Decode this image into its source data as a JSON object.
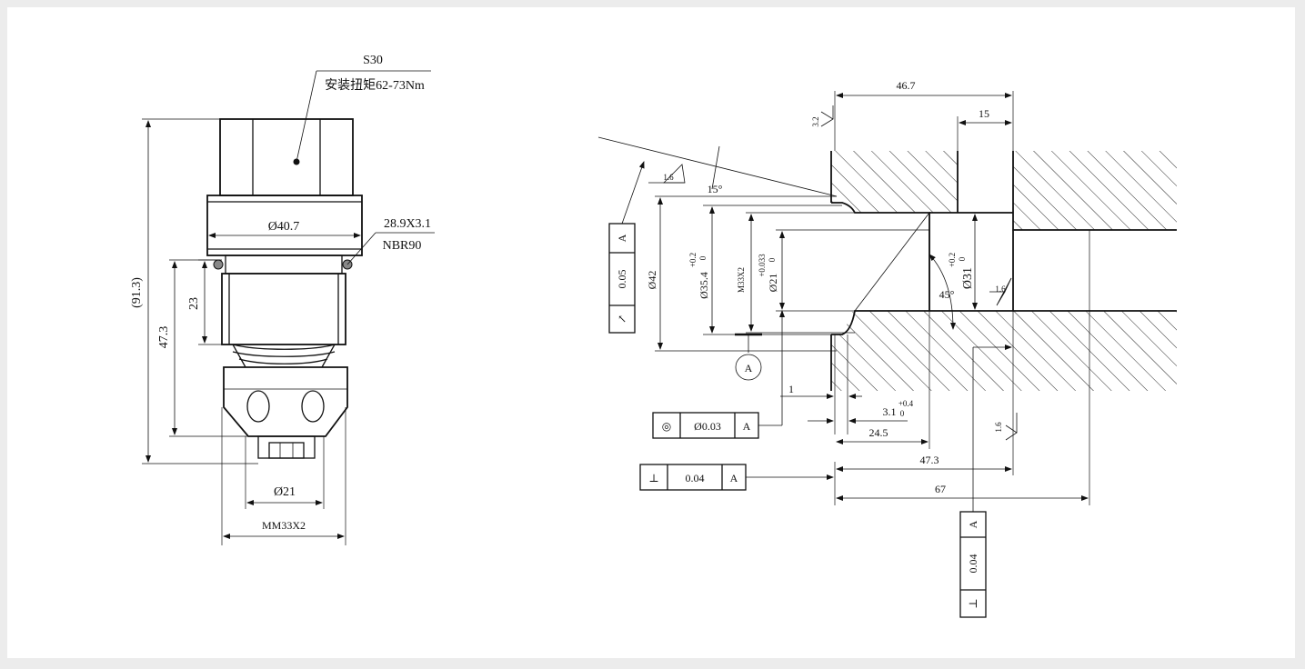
{
  "left_view": {
    "hex_size": "S30",
    "torque_note": "安装扭矩62-73Nm",
    "flange_dia": "Ø40.7",
    "oring_size": "28.9X3.1",
    "oring_material": "NBR90",
    "overall_length": "(91.3)",
    "body_length": "47.3",
    "thread_length": "23",
    "tip_dia": "Ø21",
    "thread_spec": "MM33X2"
  },
  "right_view": {
    "dim_total_depth": "46.7",
    "dim_bore_depth": "15",
    "roughness_top": "3.2",
    "roughness_chamfer": "1.6",
    "chamfer_angle": "15°",
    "dia_42": "Ø42",
    "dia_35_4": "Ø35.4",
    "dia_35_4_tol_upper": "+0.2",
    "dia_35_4_tol_lower": "0",
    "thread_m33": "M33X2",
    "dia_21": "Ø21",
    "dia_21_tol_upper": "+0.033",
    "dia_21_tol_lower": "0",
    "angle_45": "45°",
    "dia_31": "Ø31",
    "dia_31_tol_upper": "+0.2",
    "dia_31_tol_lower": "0",
    "roughness_bore": "1.6",
    "roughness_face": "1.6",
    "datum_label": "A",
    "dim_1": "1",
    "dim_3_1": "3.1",
    "dim_3_1_tol_upper": "+0.4",
    "dim_3_1_tol_lower": "0",
    "dim_24_5": "24.5",
    "dim_47_3": "47.3",
    "dim_67": "67",
    "fcf_runout": {
      "symbol": "↗",
      "value": "0.05",
      "datum": "A"
    },
    "fcf_concentric": {
      "symbol": "◎",
      "value": "Ø0.03",
      "datum": "A"
    },
    "fcf_perp_left": {
      "symbol": "⊥",
      "value": "0.04",
      "datum": "A"
    },
    "fcf_perp_bottom": {
      "symbol": "⊥",
      "value": "0.04",
      "datum": "A"
    }
  }
}
